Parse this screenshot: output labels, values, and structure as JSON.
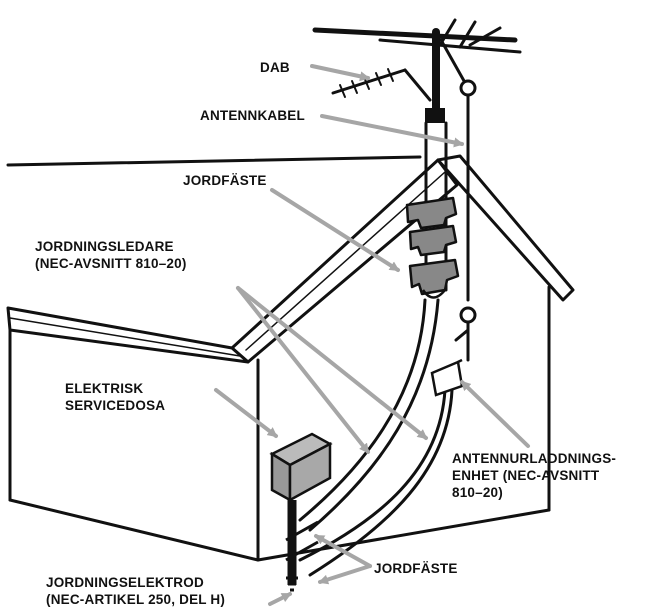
{
  "diagram": {
    "labels": {
      "dab": "DAB",
      "antennkabel": "ANTENNKABEL",
      "jordfaste_top": "JORDFÄSTE",
      "jordningsledare": [
        "JORDNINGSLEDARE",
        "(NEC-AVSNITT 810–20)"
      ],
      "elektrisk_servicedosa": [
        "ELEKTRISK",
        "SERVICEDOSA"
      ],
      "antennurladdningsenhet": [
        "ANTENNURLADDNINGS-",
        "ENHET (NEC-AVSNITT",
        "810–20)"
      ],
      "jordfaste_bottom": "JORDFÄSTE",
      "jordningselektrod": [
        "JORDNINGSELEKTROD",
        "(NEC-ARTIKEL 250, DEL H)"
      ]
    },
    "colors": {
      "line": "#111111",
      "arrow": "#a6a6a6",
      "background": "#ffffff"
    }
  }
}
